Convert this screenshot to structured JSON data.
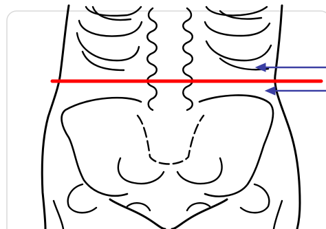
{
  "figure": {
    "has_text": false,
    "colors": {
      "background": "#ffffff",
      "frame_border": "#d9d9d9",
      "anatomy_stroke": "#000000",
      "reference_line": "#ff0000",
      "arrows": "#3b3fa3"
    },
    "elements": [
      "anatomy-outline",
      "waist-reference-line",
      "arrow-lower-rib",
      "arrow-iliac-crest"
    ]
  }
}
